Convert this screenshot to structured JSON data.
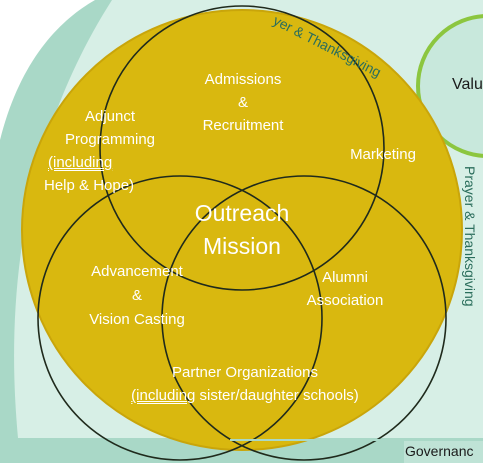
{
  "diagram": {
    "center_label_line1": "Outreach",
    "center_label_line2": "Mission",
    "admissions": [
      "Admissions",
      "&",
      "Recruitment"
    ],
    "adjunct": [
      "Adjunct",
      "Programming",
      "(including",
      "Help & Hope)"
    ],
    "marketing": "Marketing",
    "advancement": [
      "Advancement",
      "&",
      "Vision Casting"
    ],
    "alumni": [
      "Alumni",
      "Association"
    ],
    "partner": [
      "Partner Organizations",
      "(including",
      " sister/daughter schools)"
    ],
    "prayer_top": "yer & Thanksgiving",
    "prayer_right": "Prayer & Thanksgiving",
    "values_label": "Valu",
    "governance_label": "Governanc"
  },
  "colors": {
    "gold": "#d9b80f",
    "gold_edge": "#c9a50a",
    "teal_light": "#bfe3d6",
    "teal_band": "#a9d8c7",
    "green_ring": "#8cc63f",
    "values_fill": "#c8e8dc",
    "line": "#1f2a1c"
  }
}
